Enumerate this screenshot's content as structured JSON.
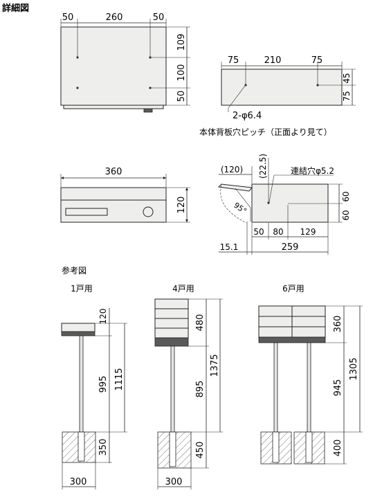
{
  "headings": {
    "detail": "詳細図",
    "reference": "参考図"
  },
  "front_view": {
    "dim_left": "50",
    "dim_mid": "260",
    "dim_right": "50",
    "dim_v1": "109",
    "dim_v2": "100",
    "dim_v3": "50"
  },
  "back_view": {
    "dim_left": "75",
    "dim_mid": "210",
    "dim_right": "75",
    "dim_v1": "45",
    "dim_v2": "75",
    "hole_label": "2-φ6.4",
    "caption": "本体背板穴ピッチ（正面より見て）"
  },
  "top_view": {
    "width": "360",
    "height": "120"
  },
  "side_view": {
    "dim_120": "(120)",
    "dim_225": "(22.5)",
    "hole_label": "連結穴φ5.2",
    "angle": "95°",
    "dim_50": "50",
    "dim_80": "80",
    "dim_129": "129",
    "dim_151": "15.1",
    "dim_259": "259",
    "dim_60a": "60",
    "dim_60b": "60"
  },
  "reference": {
    "unit1": {
      "title": "1戸用",
      "d120": "120",
      "d995": "995",
      "d1115": "1115",
      "d350": "350",
      "d300": "300"
    },
    "unit4": {
      "title": "4戸用",
      "d480": "480",
      "d895": "895",
      "d1375": "1375",
      "d450": "450",
      "d300": "300"
    },
    "unit6": {
      "title": "6戸用",
      "d360": "360",
      "d945": "945",
      "d1305": "1305",
      "d400": "400"
    }
  }
}
